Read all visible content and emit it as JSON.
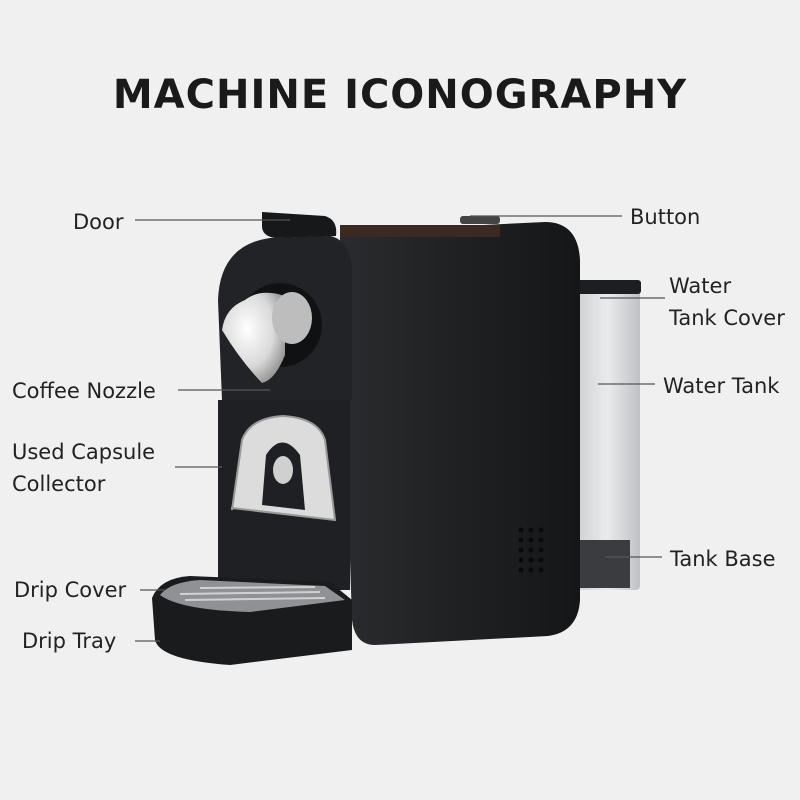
{
  "title": "MACHINE ICONOGRAPHY",
  "labels": {
    "door": "Door",
    "button": "Button",
    "water_tank_cover_1": "Water",
    "water_tank_cover_2": "Tank Cover",
    "water_tank": "Water Tank",
    "coffee_nozzle": "Coffee Nozzle",
    "used_capsule_1": "Used Capsule",
    "used_capsule_2": "Collector",
    "tank_base": "Tank Base",
    "drip_cover": "Drip Cover",
    "drip_tray": "Drip Tray"
  },
  "colors": {
    "background": "#f0f0f0",
    "machine_body": "#1c1d20",
    "leader_line": "#555555"
  }
}
